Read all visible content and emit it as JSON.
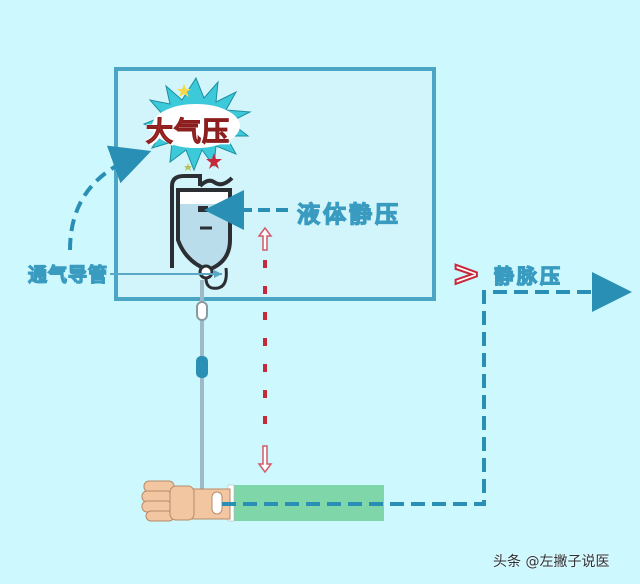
{
  "diagram": {
    "labels": {
      "atmospheric_pressure": "大气压",
      "hydrostatic_pressure": "液体静压",
      "vent_tube": "通气导管",
      "venous_pressure": "静脉压",
      "comparison_symbol": ">"
    },
    "watermark": "头条 @左撇子说医",
    "colors": {
      "background": "#CDF8FE",
      "frame_border": "#4AA6C4",
      "dashed_arrow": "#2A8FB5",
      "height_arrow": "#C8283A",
      "arm_sleeve": "#7FD6A8",
      "skin": "#F2C6A0",
      "bag_outline": "#2B2F33",
      "bag_fluid": "#B9DDEA"
    },
    "icons": [
      "iv-bag-icon",
      "starburst-icon",
      "hand-arm-icon",
      "drip-chamber-icon",
      "roller-clamp-icon",
      "up-arrow-icon",
      "down-arrow-icon"
    ]
  }
}
